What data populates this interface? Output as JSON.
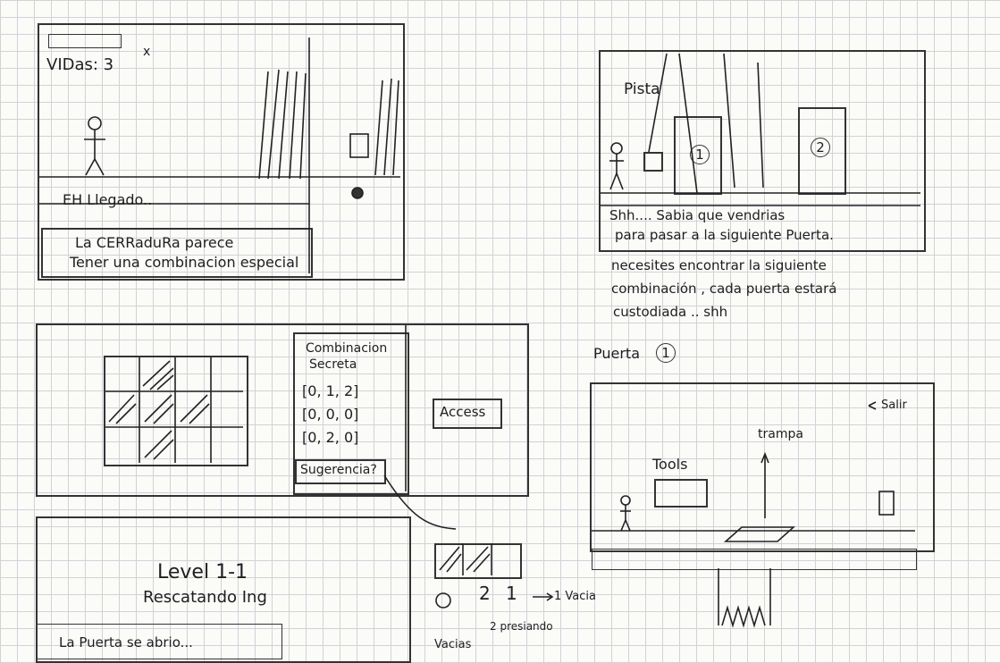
{
  "panel1": {
    "lives_label": "VIDas: 3",
    "close_mark": "x",
    "speech": "EH Llegado..",
    "dialog_line1": "La CERRaduRa parece",
    "dialog_line2": "Tener una combinacion especial"
  },
  "panel2": {
    "hint_label": "Pista",
    "door1_number": "1",
    "door2_number": "2",
    "dialog_line1": "Shh.... Sabia que vendrias",
    "dialog_line2": "para pasar a la siguiente Puerta.",
    "dialog_line3": "necesites encontrar la siguiente",
    "dialog_line4": "combinación , cada puerta estará",
    "dialog_line5": "custodiada .. shh"
  },
  "panel3": {
    "title_line1": "Combinacion",
    "title_line2": "Secreta",
    "matrix": [
      [
        "0",
        "1",
        "2"
      ],
      [
        "0",
        "0",
        "0"
      ],
      [
        "0",
        "2",
        "0"
      ]
    ],
    "access_label": "Access",
    "hint_button_label": "Sugerencia?"
  },
  "panel4": {
    "door_label": "Puerta",
    "door_number": "1",
    "exit_label": "Salir",
    "trap_label": "trampa",
    "tools_label": "Tools"
  },
  "panel5": {
    "level_title": "Level 1-1",
    "level_subtitle": "Rescatando Ing",
    "door_open_text": "La Puerta se abrio..."
  },
  "hint_popup": {
    "counter1": "2",
    "counter2": "1",
    "empty_arrow_label": "1 Vacia",
    "pressing_label": "2 presiando",
    "empties_label": "Vacias"
  },
  "colors": {
    "ink": "#1e1e1e",
    "grid": "#cfd3d8",
    "paper": "#fbfbf8"
  }
}
